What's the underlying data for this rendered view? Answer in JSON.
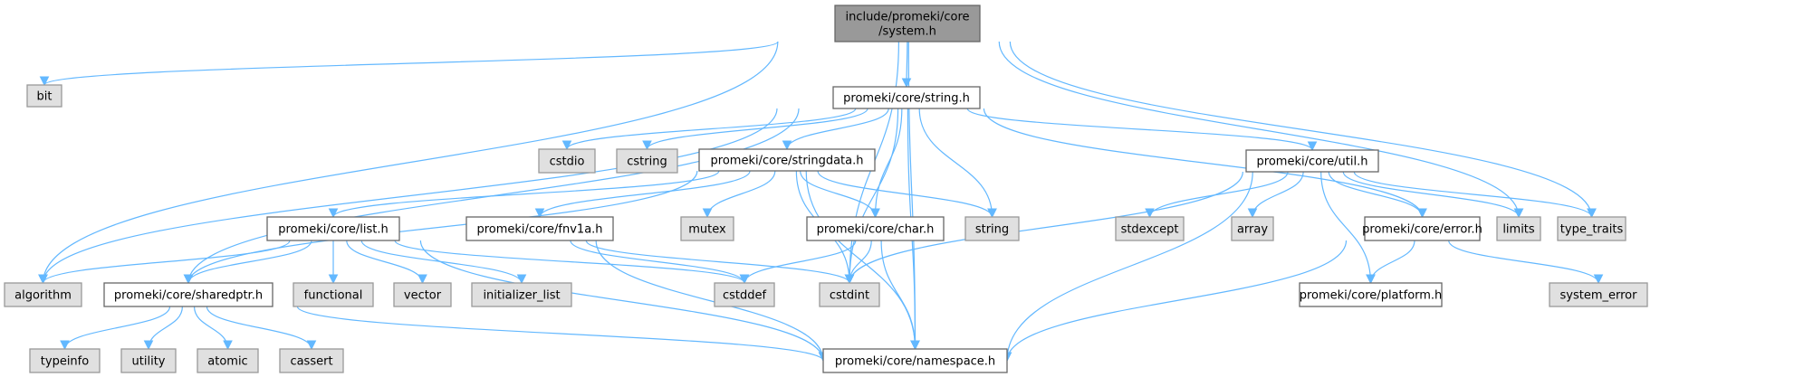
{
  "title": "include/promeki/core/system.h include dependency graph",
  "colors": {
    "edge": "#63b8ff",
    "root_fill": "#999999",
    "local_fill": "#ffffff",
    "system_fill": "#e0e0e0",
    "border": "#666666"
  },
  "nodes": [
    {
      "id": "system_h",
      "label": [
        "include/promeki/core",
        "/system.h"
      ],
      "kind": "root"
    },
    {
      "id": "bit",
      "label": [
        "bit"
      ],
      "kind": "system"
    },
    {
      "id": "string_h",
      "label": [
        "promeki/core/string.h"
      ],
      "kind": "local"
    },
    {
      "id": "cstdio",
      "label": [
        "cstdio"
      ],
      "kind": "system"
    },
    {
      "id": "cstring",
      "label": [
        "cstring"
      ],
      "kind": "system"
    },
    {
      "id": "stringdata_h",
      "label": [
        "promeki/core/stringdata.h"
      ],
      "kind": "local"
    },
    {
      "id": "util_h",
      "label": [
        "promeki/core/util.h"
      ],
      "kind": "local"
    },
    {
      "id": "list_h",
      "label": [
        "promeki/core/list.h"
      ],
      "kind": "local"
    },
    {
      "id": "fnv1a_h",
      "label": [
        "promeki/core/fnv1a.h"
      ],
      "kind": "local"
    },
    {
      "id": "mutex",
      "label": [
        "mutex"
      ],
      "kind": "system"
    },
    {
      "id": "char_h",
      "label": [
        "promeki/core/char.h"
      ],
      "kind": "local"
    },
    {
      "id": "string",
      "label": [
        "string"
      ],
      "kind": "system"
    },
    {
      "id": "stdexcept",
      "label": [
        "stdexcept"
      ],
      "kind": "system"
    },
    {
      "id": "array",
      "label": [
        "array"
      ],
      "kind": "system"
    },
    {
      "id": "error_h",
      "label": [
        "promeki/core/error.h"
      ],
      "kind": "local"
    },
    {
      "id": "limits",
      "label": [
        "limits"
      ],
      "kind": "system"
    },
    {
      "id": "type_traits",
      "label": [
        "type_traits"
      ],
      "kind": "system"
    },
    {
      "id": "algorithm",
      "label": [
        "algorithm"
      ],
      "kind": "system"
    },
    {
      "id": "sharedptr_h",
      "label": [
        "promeki/core/sharedptr.h"
      ],
      "kind": "local"
    },
    {
      "id": "functional",
      "label": [
        "functional"
      ],
      "kind": "system"
    },
    {
      "id": "vector",
      "label": [
        "vector"
      ],
      "kind": "system"
    },
    {
      "id": "initializer_list",
      "label": [
        "initializer_list"
      ],
      "kind": "system"
    },
    {
      "id": "cstddef",
      "label": [
        "cstddef"
      ],
      "kind": "system"
    },
    {
      "id": "cstdint",
      "label": [
        "cstdint"
      ],
      "kind": "system"
    },
    {
      "id": "platform_h",
      "label": [
        "promeki/core/platform.h"
      ],
      "kind": "local"
    },
    {
      "id": "system_error",
      "label": [
        "system_error"
      ],
      "kind": "system"
    },
    {
      "id": "typeinfo",
      "label": [
        "typeinfo"
      ],
      "kind": "system"
    },
    {
      "id": "utility",
      "label": [
        "utility"
      ],
      "kind": "system"
    },
    {
      "id": "atomic",
      "label": [
        "atomic"
      ],
      "kind": "system"
    },
    {
      "id": "cassert",
      "label": [
        "cassert"
      ],
      "kind": "system"
    },
    {
      "id": "namespace_h",
      "label": [
        "promeki/core/namespace.h"
      ],
      "kind": "local"
    }
  ],
  "edges": [
    [
      "system_h",
      "bit"
    ],
    [
      "system_h",
      "string_h"
    ],
    [
      "system_h",
      "algorithm"
    ],
    [
      "system_h",
      "cstdint"
    ],
    [
      "system_h",
      "limits"
    ],
    [
      "system_h",
      "type_traits"
    ],
    [
      "system_h",
      "namespace_h"
    ],
    [
      "string_h",
      "cstdio"
    ],
    [
      "string_h",
      "cstring"
    ],
    [
      "string_h",
      "stringdata_h"
    ],
    [
      "string_h",
      "util_h"
    ],
    [
      "string_h",
      "char_h"
    ],
    [
      "string_h",
      "string"
    ],
    [
      "string_h",
      "cstdint"
    ],
    [
      "string_h",
      "algorithm"
    ],
    [
      "string_h",
      "sharedptr_h"
    ],
    [
      "string_h",
      "error_h"
    ],
    [
      "string_h",
      "namespace_h"
    ],
    [
      "stringdata_h",
      "list_h"
    ],
    [
      "stringdata_h",
      "fnv1a_h"
    ],
    [
      "stringdata_h",
      "mutex"
    ],
    [
      "stringdata_h",
      "char_h"
    ],
    [
      "stringdata_h",
      "string"
    ],
    [
      "stringdata_h",
      "cstdint"
    ],
    [
      "stringdata_h",
      "sharedptr_h"
    ],
    [
      "stringdata_h",
      "namespace_h"
    ],
    [
      "util_h",
      "stdexcept"
    ],
    [
      "util_h",
      "array"
    ],
    [
      "util_h",
      "error_h"
    ],
    [
      "util_h",
      "limits"
    ],
    [
      "util_h",
      "type_traits"
    ],
    [
      "util_h",
      "platform_h"
    ],
    [
      "util_h",
      "cstdint"
    ],
    [
      "util_h",
      "namespace_h"
    ],
    [
      "list_h",
      "algorithm"
    ],
    [
      "list_h",
      "sharedptr_h"
    ],
    [
      "list_h",
      "functional"
    ],
    [
      "list_h",
      "vector"
    ],
    [
      "list_h",
      "initializer_list"
    ],
    [
      "list_h",
      "cstddef"
    ],
    [
      "list_h",
      "namespace_h"
    ],
    [
      "fnv1a_h",
      "cstddef"
    ],
    [
      "fnv1a_h",
      "cstdint"
    ],
    [
      "fnv1a_h",
      "namespace_h"
    ],
    [
      "char_h",
      "cstddef"
    ],
    [
      "char_h",
      "cstdint"
    ],
    [
      "char_h",
      "namespace_h"
    ],
    [
      "error_h",
      "platform_h"
    ],
    [
      "error_h",
      "system_error"
    ],
    [
      "error_h",
      "namespace_h"
    ],
    [
      "sharedptr_h",
      "typeinfo"
    ],
    [
      "sharedptr_h",
      "utility"
    ],
    [
      "sharedptr_h",
      "atomic"
    ],
    [
      "sharedptr_h",
      "cassert"
    ],
    [
      "sharedptr_h",
      "namespace_h"
    ]
  ]
}
